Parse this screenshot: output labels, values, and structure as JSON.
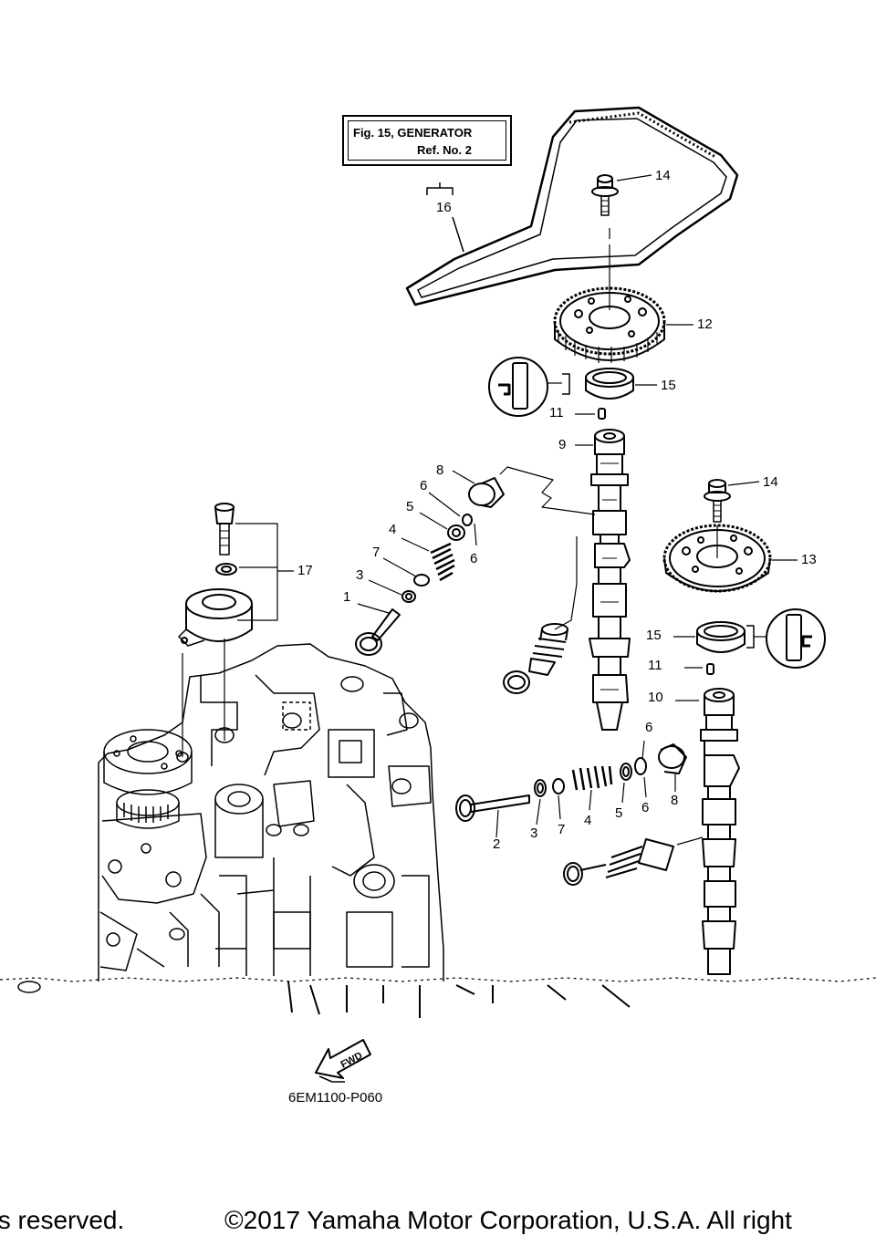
{
  "reference_box": {
    "line1": "Fig. 15, GENERATOR",
    "line2": "Ref. No. 2"
  },
  "callouts": {
    "c1": "1",
    "c2": "2",
    "c3a": "3",
    "c3b": "3",
    "c4a": "4",
    "c4b": "4",
    "c5a": "5",
    "c5b": "5",
    "c6a": "6",
    "c6b": "6",
    "c6c": "6",
    "c6d": "6",
    "c7a": "7",
    "c7b": "7",
    "c8a": "8",
    "c8b": "8",
    "c9": "9",
    "c10": "10",
    "c11a": "11",
    "c11b": "11",
    "c12": "12",
    "c13": "13",
    "c14a": "14",
    "c14b": "14",
    "c15a": "15",
    "c15b": "15",
    "c16": "16",
    "c17": "17"
  },
  "fwd_label": "FWD",
  "diagram_code": "6EM1100-P060",
  "footer": {
    "left": "ts reserved.",
    "right": "©2017 Yamaha Motor Corporation, U.S.A. All right"
  }
}
